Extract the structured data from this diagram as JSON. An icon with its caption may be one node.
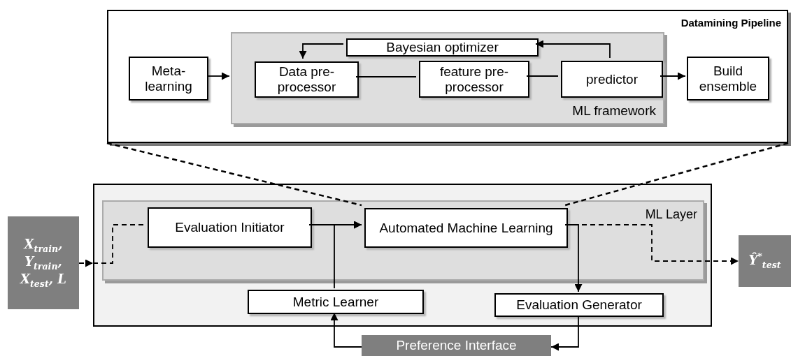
{
  "diagram": {
    "nodes": [
      {
        "text": [
          "Datamining Pipeline"
        ]
      },
      {
        "text": [
          "Meta-learning"
        ],
        "in": 0
      },
      {
        "text": [
          "ML framework"
        ],
        "in": 0
      },
      {
        "text": [
          "Bayesian optimizer"
        ],
        "in": 2
      },
      {
        "text": [
          "Data pre-processor"
        ],
        "in": 2
      },
      {
        "text": [
          "feature pre-processor"
        ],
        "in": 2
      },
      {
        "text": [
          "predictor"
        ],
        "in": 2
      },
      {
        "text": [
          "Build ensemble"
        ],
        "in": 0
      },
      {
        "text": [],
        "shape": "box"
      },
      {
        "text": [
          "ML Layer"
        ],
        "in": 8
      },
      {
        "text": [
          "Evaluation Initiator"
        ],
        "in": 9
      },
      {
        "text": [
          "Automated Machine Learning"
        ],
        "in": 9
      },
      {
        "text": [
          "Metric Learner"
        ],
        "in": 8
      },
      {
        "text": [
          "Evaluation Generator"
        ],
        "in": 8
      },
      {
        "text": [
          "X$_{train}$, Y$_{train}$, X$_{test}$, L"
        ]
      },
      {
        "text": [
          "Ŷ$^{*}$$_{test}$"
        ]
      },
      {
        "text": [
          "Preference Interface"
        ]
      }
    ],
    "edges": [
      {
        "from": 1,
        "to": 2,
        "arrow": "to"
      },
      {
        "from": 6,
        "to": 3,
        "arrow": "to"
      },
      {
        "from": 3,
        "to": 4,
        "arrow": "to"
      },
      {
        "from": 4,
        "to": 5,
        "arrow": "none"
      },
      {
        "from": 5,
        "to": 6,
        "arrow": "none"
      },
      {
        "from": 6,
        "to": 7,
        "arrow": "to"
      },
      {
        "from": 0,
        "to": 11,
        "arrow": "none",
        "style": "dashed"
      },
      {
        "from": 0,
        "to": 11,
        "arrow": "none",
        "style": "dashed"
      },
      {
        "from": 14,
        "to": 8,
        "arrow": "to",
        "style": "dashed"
      },
      {
        "from": 8,
        "to": 10,
        "arrow": "none",
        "style": "dashed"
      },
      {
        "from": 10,
        "to": 11,
        "arrow": "to"
      },
      {
        "from": 12,
        "to": 11,
        "arrow": "to"
      },
      {
        "from": 11,
        "to": 13,
        "arrow": "to"
      },
      {
        "from": 11,
        "to": 15,
        "arrow": "to",
        "style": "dashed"
      },
      {
        "from": 13,
        "to": 16,
        "arrow": "to"
      },
      {
        "from": 16,
        "to": 12,
        "arrow": "to"
      }
    ]
  }
}
